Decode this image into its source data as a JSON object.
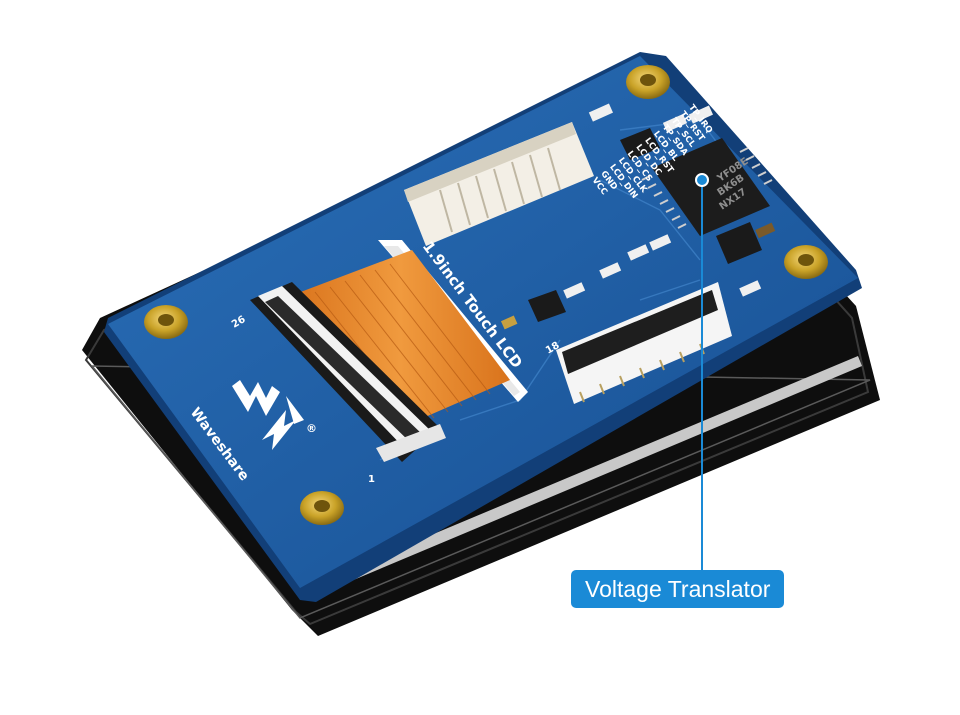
{
  "board": {
    "brand": "Waveshare",
    "product": "1.9inch Touch LCD",
    "registered_mark": "®",
    "fpc_pin_first": "1",
    "fpc_pin_last": "26",
    "side_connector_pin": "18",
    "pin_labels": [
      "VCC",
      "GND",
      "LCD_DIN",
      "LCD_CLK",
      "LCD_CS",
      "LCD_DC",
      "LCD_RST",
      "LCD_BL",
      "TP_SDA",
      "TP_SCL",
      "TP_RST",
      "TP_IRQ"
    ]
  },
  "ic": {
    "marking_lines": [
      "YF08E",
      "BK6B",
      "NX17"
    ]
  },
  "callout": {
    "label": "Voltage Translator"
  },
  "colors": {
    "pcb": "#1d5fa8",
    "callout": "#1a8ad6",
    "standoff": "#c9a227",
    "flex_cable": "#e98a2c"
  }
}
